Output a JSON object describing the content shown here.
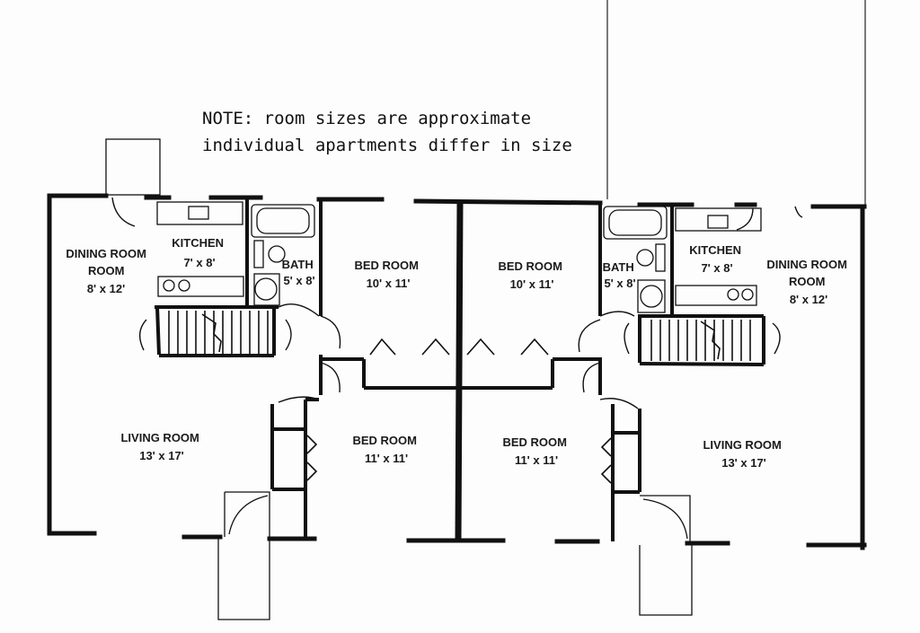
{
  "note": {
    "line1": "NOTE: room sizes are approximate",
    "line2": "individual apartments differ in size"
  },
  "rooms": [
    {
      "id": "l-dining",
      "lines": [
        "DINING ROOM",
        "ROOM",
        "8' x 12'"
      ]
    },
    {
      "id": "l-kitchen",
      "lines": [
        "KITCHEN",
        "7' x 8'"
      ]
    },
    {
      "id": "l-bath",
      "lines": [
        "BATH",
        "5' x 8'"
      ]
    },
    {
      "id": "l-bed1",
      "lines": [
        "BED ROOM",
        "10' x 11'"
      ]
    },
    {
      "id": "r-bed1",
      "lines": [
        "BED ROOM",
        "10' x 11'"
      ]
    },
    {
      "id": "r-bath",
      "lines": [
        "BATH",
        "5' x 8'"
      ]
    },
    {
      "id": "r-kitchen",
      "lines": [
        "KITCHEN",
        "7' x 8'"
      ]
    },
    {
      "id": "r-dining",
      "lines": [
        "DINING ROOM",
        "ROOM",
        "8' x 12'"
      ]
    },
    {
      "id": "l-living",
      "lines": [
        "LIVING ROOM",
        "13' x 17'"
      ]
    },
    {
      "id": "l-bed2",
      "lines": [
        "BED ROOM",
        "11' x 11'"
      ]
    },
    {
      "id": "r-bed2",
      "lines": [
        "BED ROOM",
        "11' x 11'"
      ]
    },
    {
      "id": "r-living",
      "lines": [
        "LIVING ROOM",
        "13' x 17'"
      ]
    }
  ]
}
